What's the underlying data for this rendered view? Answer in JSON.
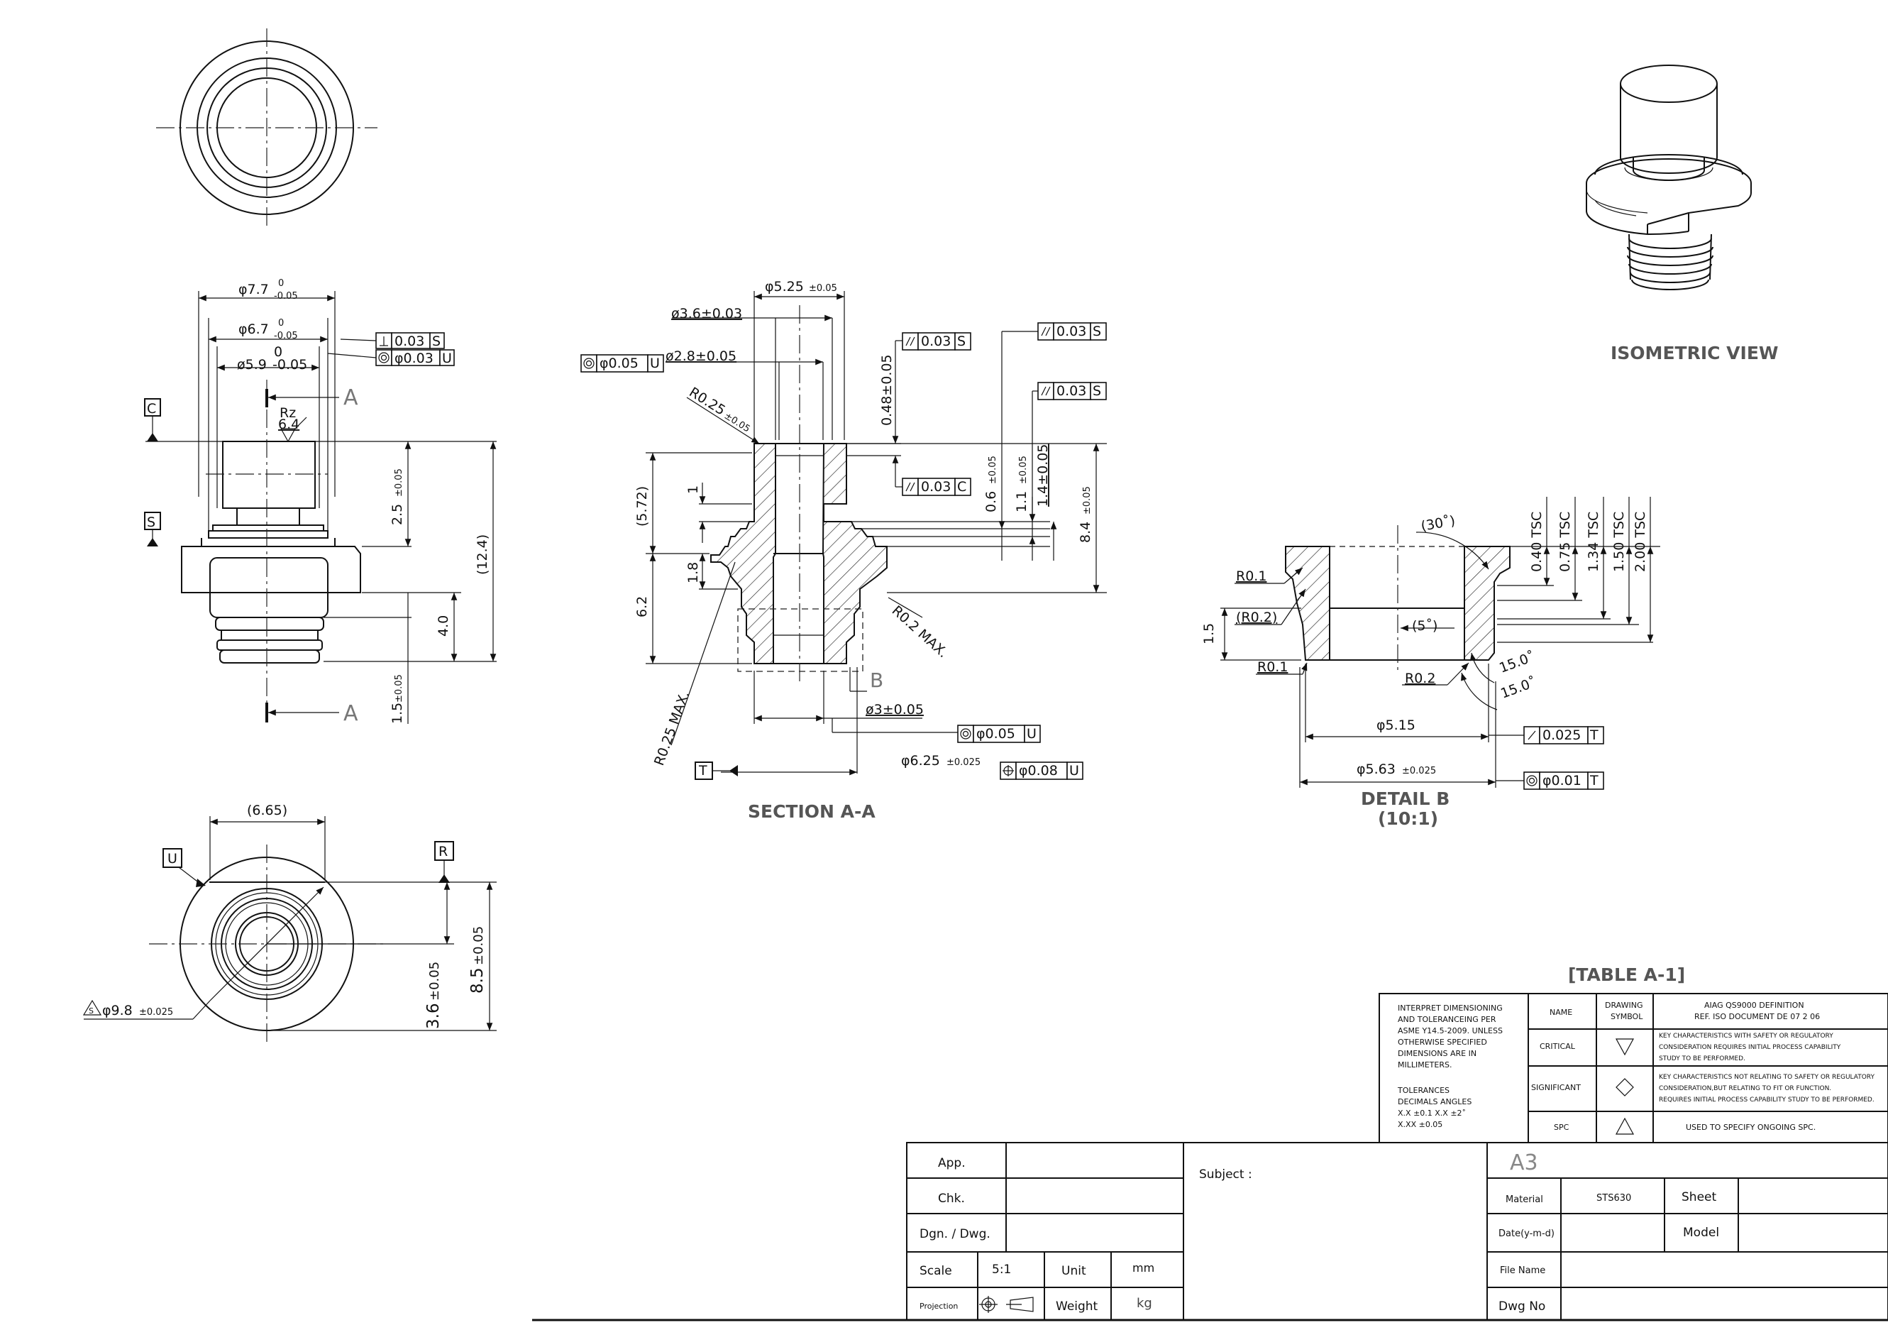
{
  "views": {
    "isometric_label": "ISOMETRIC VIEW",
    "section_label": "SECTION A-A",
    "detail_label": "DETAIL B",
    "detail_scale": "(10:1)",
    "section_mark": "A",
    "detail_mark": "B"
  },
  "datums": {
    "C": "C",
    "S": "S",
    "U": "U",
    "R": "R",
    "T": "T"
  },
  "front_view": {
    "d_outer": "φ7.7",
    "d_outer_tol_upper": "0",
    "d_outer_tol_lower": "-0.05",
    "d_mid": "φ6.7",
    "d_mid_tol_upper": "0",
    "d_mid_tol_lower": "-0.05",
    "d_inner_tol_upper": "0",
    "d_inner": "ø5.9",
    "d_inner_tol_lower": "-0.05",
    "rz_label": "Rz",
    "rz_value": "6.4",
    "h_25": "2.5",
    "h_25_tol": "±0.05",
    "h_40": "4.0",
    "h_15": "1.5",
    "h_15_tol": "±0.05",
    "h_total": "(12.4)",
    "fcf1_value": "0.03",
    "fcf1_datum": "S",
    "fcf2_value": "φ0.03",
    "fcf2_datum": "U"
  },
  "bottom_view": {
    "width": "(6.65)",
    "d_98": "φ9.8",
    "d_98_tol": "±0.025",
    "spc_symbol": "S",
    "h_36": "3.6",
    "h_36_tol": "±0.05",
    "h_85": "8.5",
    "h_85_tol": "±0.05"
  },
  "section": {
    "d_525": "φ5.25",
    "d_525_tol": "±0.05",
    "d_36": "ø3.6±0.03",
    "d_28": "ø2.8±0.05",
    "fcf_conc_value": "φ0.05",
    "fcf_conc_datum": "U",
    "r_025": "R0.25",
    "r_025_tol": "±0.05",
    "d_048": "0.48±0.05",
    "fcf_par1_value": "0.03",
    "fcf_par1_datum": "S",
    "fcf_par2_value": "0.03",
    "fcf_par2_datum": "S",
    "fcf_par3_value": "0.03",
    "fcf_par3_datum": "S",
    "fcf_par4_value": "0.03",
    "fcf_par4_datum": "C",
    "h_572": "(5.72)",
    "h_1": "1",
    "h_18": "1.8",
    "h_62": "6.2",
    "h_06": "0.6",
    "h_06_tol": "±0.05",
    "h_11": "1.1",
    "h_11_tol": "±0.05",
    "h_14": "1.4±0.05",
    "h_84": "8.4",
    "h_84_tol": "±0.05",
    "r_02_max": "R0.2 MAX.",
    "r_025_max": "R0.25 MAX.",
    "d_3": "ø3±0.05",
    "fcf_conc2_value": "φ0.05",
    "fcf_conc2_datum": "U",
    "d_625": "φ6.25",
    "d_625_tol": "±0.025",
    "fcf_pos_value": "φ0.08",
    "fcf_pos_datum": "U"
  },
  "detail": {
    "angle_30": "(30˚)",
    "tsc": [
      "0.40 TSC",
      "0.75 TSC",
      "1.34 TSC",
      "1.50 TSC",
      "2.00 TSC"
    ],
    "r01_top": "R0.1",
    "r02_paren": "(R0.2)",
    "r01_bottom": "R0.1",
    "r02": "R0.2",
    "h_15": "1.5",
    "angle_5": "(5˚)",
    "angle_15a": "15.0˚",
    "angle_15b": "15.0˚",
    "d_515": "φ5.15",
    "d_563": "φ5.63",
    "d_563_tol": "±0.025",
    "fcf_runout_value": "0.025",
    "fcf_runout_datum": "T",
    "fcf_conc_value": "φ0.01",
    "fcf_conc_datum": "T"
  },
  "table_a1": {
    "title": "[TABLE A-1]",
    "note_lines": [
      "INTERPRET DIMENSIONING",
      "AND TOLERANCEING PER",
      "ASME Y14.5-2009. UNLESS",
      "OTHERWISE SPECIFIED",
      "DIMENSIONS ARE IN",
      "MILLIMETERS."
    ],
    "tol_lines": [
      "TOLERANCES",
      "DECIMALS     ANGLES",
      "X.X ±0.1     X.X ±2˚",
      "X.XX ±0.05"
    ],
    "col_name": "NAME",
    "col_symbol_1": "DRAWING",
    "col_symbol_2": "SYMBOL",
    "col_def_1": "AIAG QS9000 DEFINITION",
    "col_def_2": "REF. ISO DOCUMENT DE 07 2 06",
    "rows": [
      {
        "name": "CRITICAL",
        "desc": [
          "KEY CHARACTERISTICS WITH SAFETY OR REGULATORY",
          "CONSIDERATION REQUIRES INITIAL PROCESS CAPABILITY",
          "STUDY TO BE PERFORMED."
        ]
      },
      {
        "name": "SIGNIFICANT",
        "desc": [
          "KEY CHARACTERISTICS NOT RELATING TO SAFETY OR REGULATORY",
          "CONSIDERATION,BUT RELATING TO FIT OR FUNCTION.",
          "REQUIRES INITIAL PROCESS CAPABILITY STUDY TO BE PERFORMED."
        ]
      },
      {
        "name": "SPC",
        "desc": [
          "USED TO SPECIFY ONGOING SPC."
        ]
      }
    ]
  },
  "title_block": {
    "app": "App.",
    "chk": "Chk.",
    "dgn": "Dgn. / Dwg.",
    "scale_label": "Scale",
    "scale_value": "5:1",
    "unit_label": "Unit",
    "unit_value": "mm",
    "projection_label": "Projection",
    "weight_label": "Weight",
    "weight_value": "kg",
    "subject_label": "Subject :",
    "sheet_size": "A3",
    "material_label": "Material",
    "material_value": "STS630",
    "sheet_label": "Sheet",
    "date_label": "Date(y-m-d)",
    "model_label": "Model",
    "file_name_label": "File Name",
    "dwg_no_label": "Dwg  No"
  }
}
